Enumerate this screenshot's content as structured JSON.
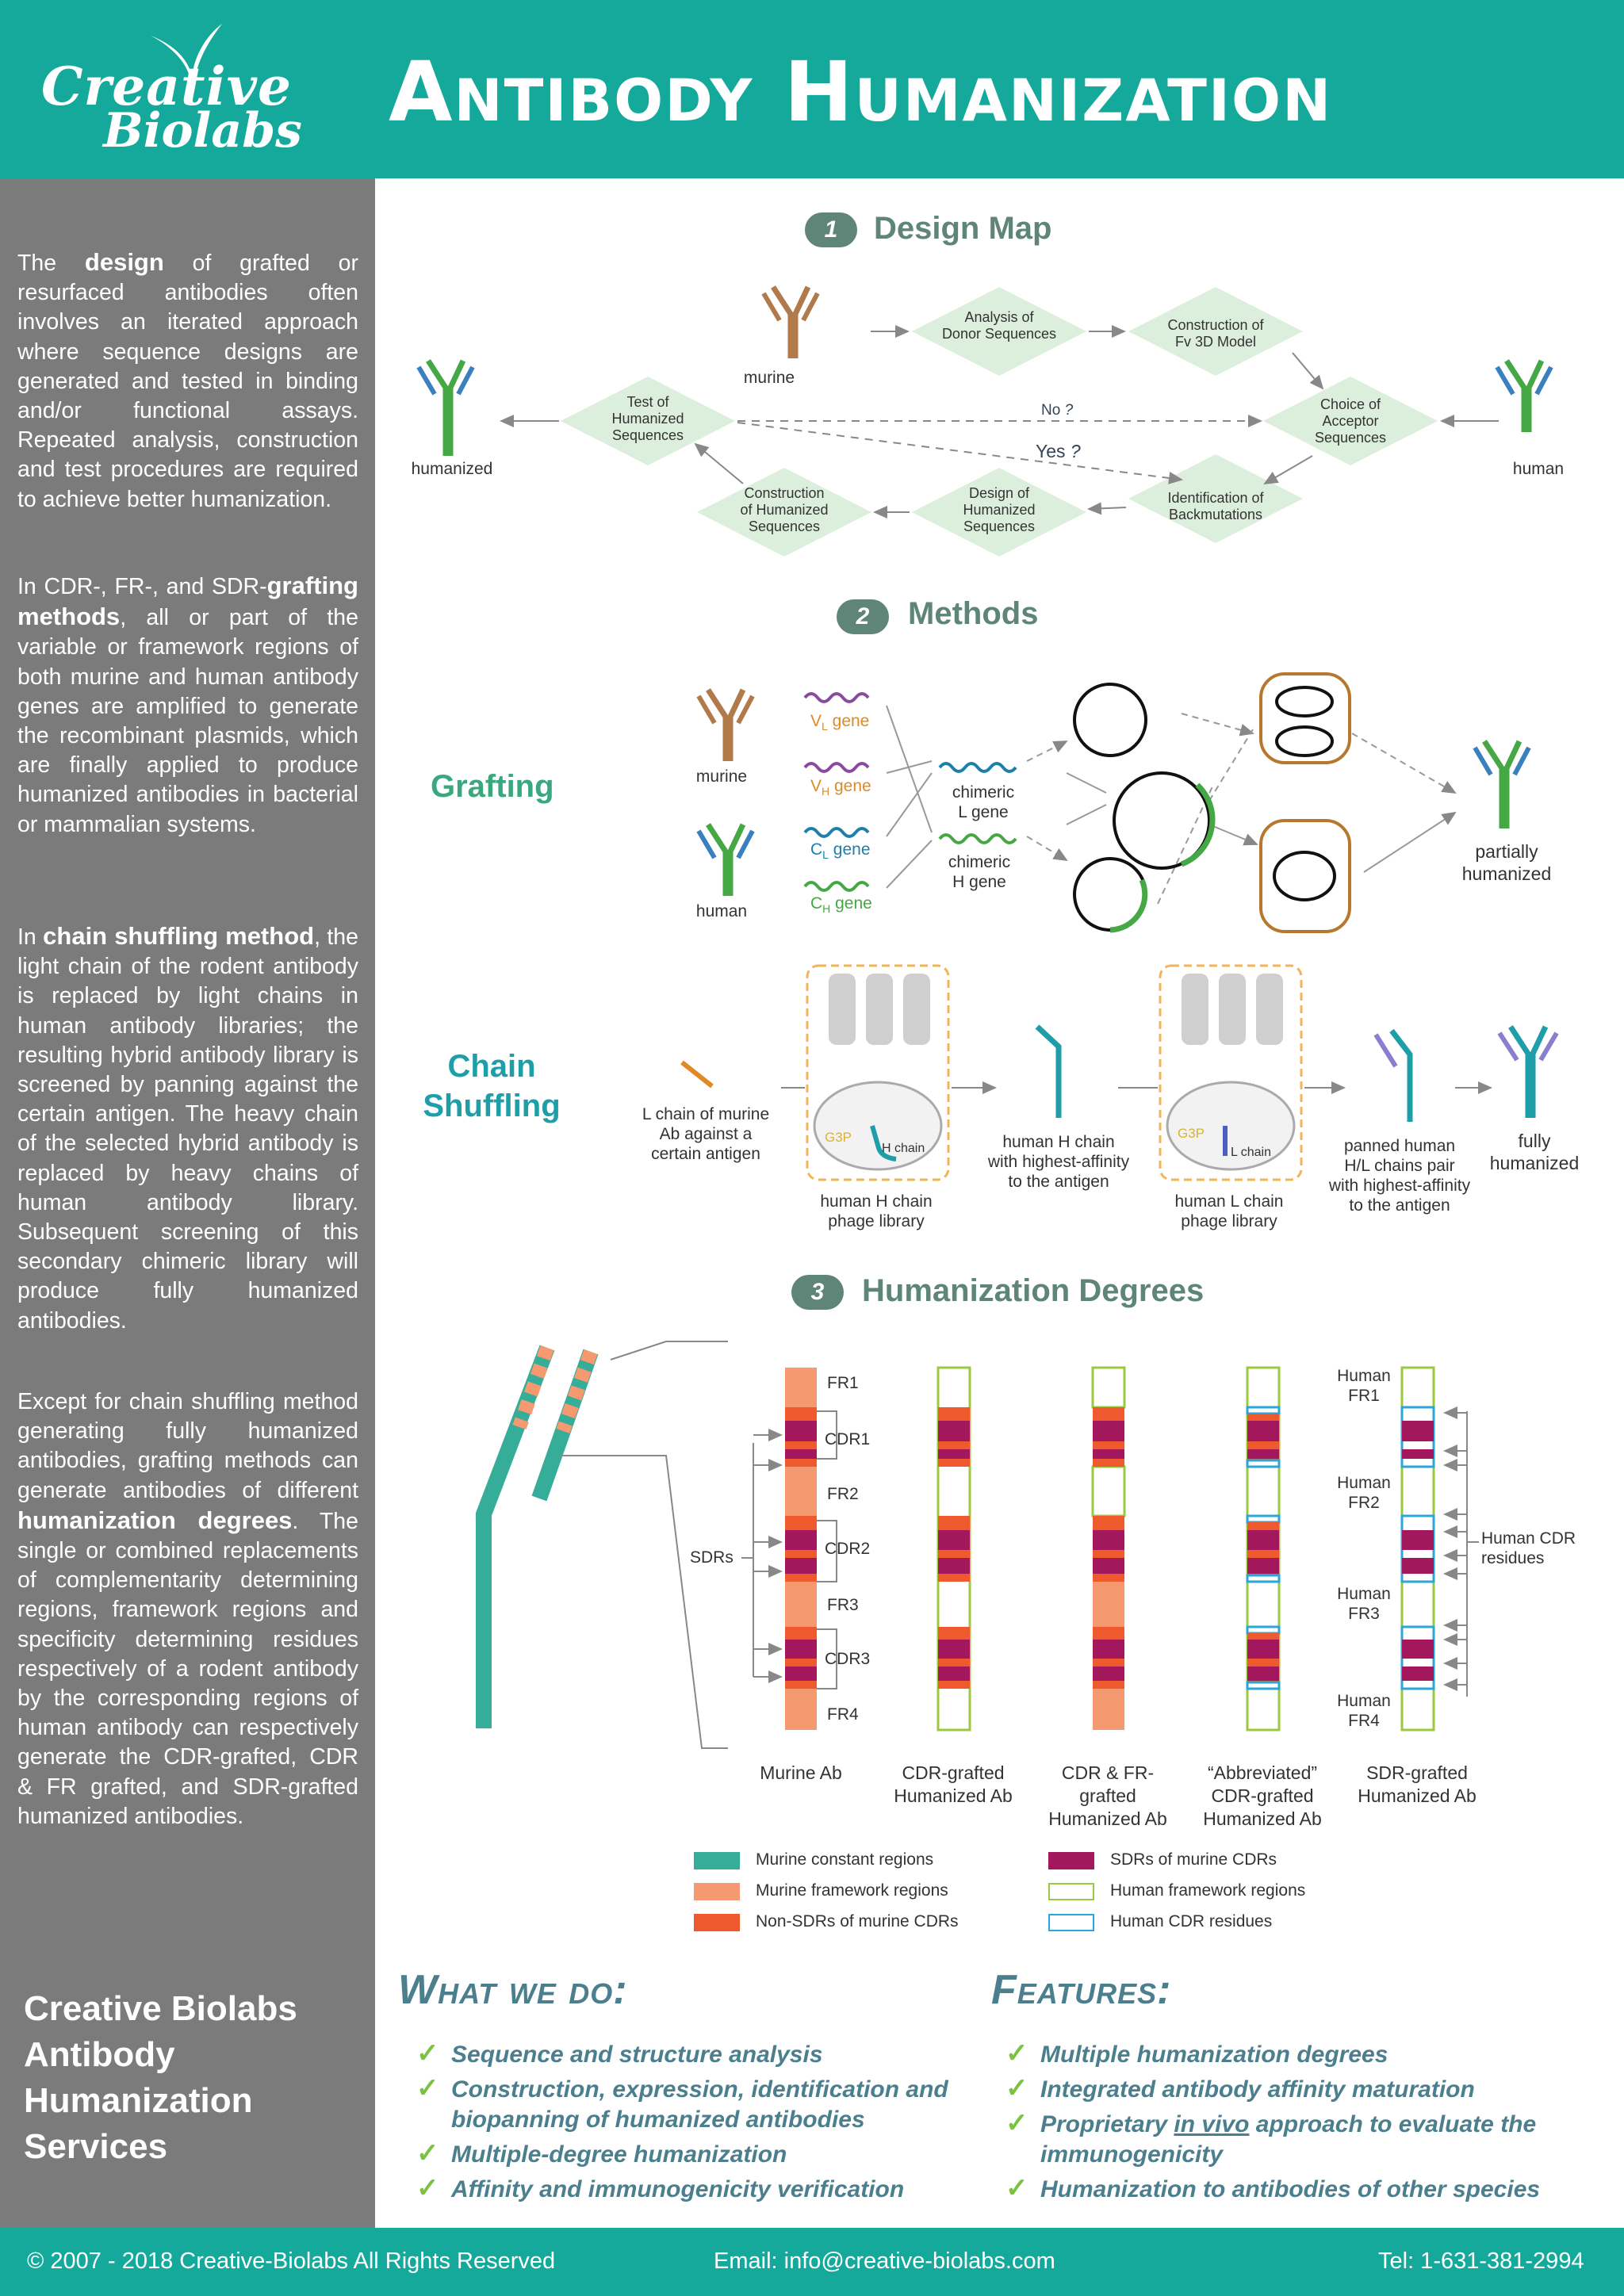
{
  "header": {
    "logo_line1": "Creative",
    "logo_line2": "Biolabs",
    "title": "Antibody Humanization"
  },
  "sidebar": {
    "p1_a": "The ",
    "p1_b": "design",
    "p1_c": " of grafted or resurfaced antibodies often involves an iterated approach where sequence designs are generated and tested in binding and/or functional assays. Repeated analysis, construction and test procedures are required to achieve better humanization.",
    "p2_a": "In CDR-, FR-, and SDR-",
    "p2_b": "grafting methods",
    "p2_c": ", all or part of the variable or framework regions of both murine and human antibody genes are amplified to generate the recombinant plasmids, which are finally applied to produce humanized antibodies in bacterial or mammalian systems.",
    "p3_a": "In ",
    "p3_b": "chain shuffling method",
    "p3_c": ", the light chain of the rodent antibody is replaced by light chains in human antibody libraries; the resulting hybrid antibody library is screened by panning against the certain antigen. The heavy chain of the selected hybrid antibody is replaced by heavy chains of human antibody library. Subsequent screening of this secondary chimeric library will produce fully humanized antibodies.",
    "p4_a": "Except for chain shuffling method generating fully humanized antibodies, grafting methods can generate antibodies of different ",
    "p4_b": "humanization degrees",
    "p4_c": ". The single or combined replacements of complementarity determining regions, framework regions and specificity determining residues respectively of a rodent antibody by the corresponding regions of human antibody can respectively generate the CDR-grafted, CDR & FR grafted, and SDR-grafted humanized antibodies.",
    "services": "Creative Biolabs Antibody Humanization Services"
  },
  "design_map": {
    "number": "1",
    "title": "Design Map",
    "murine": "murine",
    "human": "human",
    "humanized": "humanized",
    "analysis": [
      "Analysis of",
      "Donor Sequences"
    ],
    "construction_fv": [
      "Construction of",
      "Fv 3D Model"
    ],
    "choice": [
      "Choice of",
      "Acceptor",
      "Sequences"
    ],
    "identification": [
      "Identification of",
      "Backmutations"
    ],
    "design": [
      "Design of",
      "Humanized",
      "Sequences"
    ],
    "construction_h": [
      "Construction",
      "of Humanized",
      "Sequences"
    ],
    "test": [
      "Test of",
      "Humanized",
      "Sequences"
    ],
    "no": "No",
    "yes": "Yes",
    "q": "?"
  },
  "methods": {
    "number": "2",
    "title": "Methods",
    "grafting": "Grafting",
    "murine": "murine",
    "human": "human",
    "vl": "V",
    "vl_sub": "L",
    "vh": "V",
    "vh_sub": "H",
    "cl": "C",
    "cl_sub": "L",
    "ch": "C",
    "ch_sub": "H",
    "gene": " gene",
    "chimeric_l": [
      "chimeric",
      "L gene"
    ],
    "chimeric_h": [
      "chimeric",
      "H gene"
    ],
    "partially": [
      "partially",
      "humanized"
    ],
    "chain": "Chain",
    "shuffling": "Shuffling",
    "l_chain_murine": [
      "L chain of murine",
      "Ab against a",
      "certain antigen"
    ],
    "g3p": "G3P",
    "h_chain": "H chain",
    "l_chain": "L chain",
    "h_lib": [
      "human H chain",
      "phage library"
    ],
    "h_best": [
      "human H chain",
      "with highest-affinity",
      "to the antigen"
    ],
    "l_lib": [
      "human L chain",
      "phage library"
    ],
    "panned": [
      "panned human",
      "H/L chains pair",
      "with highest-affinity",
      "to the antigen"
    ],
    "fully": [
      "fully",
      "humanized"
    ]
  },
  "degrees": {
    "number": "3",
    "title": "Humanization Degrees",
    "fr1": "FR1",
    "cdr1": "CDR1",
    "fr2": "FR2",
    "cdr2": "CDR2",
    "fr3": "FR3",
    "cdr3": "CDR3",
    "fr4": "FR4",
    "sdrs": "SDRs",
    "human_fr1": [
      "Human",
      "FR1"
    ],
    "human_fr2": [
      "Human",
      "FR2"
    ],
    "human_fr3": [
      "Human",
      "FR3"
    ],
    "human_fr4": [
      "Human",
      "FR4"
    ],
    "human_cdr": [
      "Human CDR",
      "residues"
    ],
    "cap_murine": [
      "Murine Ab"
    ],
    "cap_cdr": [
      "CDR-grafted",
      "Humanized Ab"
    ],
    "cap_cdrfr": [
      "CDR & FR-",
      "grafted",
      "Humanized Ab"
    ],
    "cap_abbr": [
      "“Abbreviated”",
      "CDR-grafted",
      "Humanized Ab"
    ],
    "cap_sdr": [
      "SDR-grafted",
      "Humanized Ab"
    ],
    "legend": {
      "murine_const": "Murine constant regions",
      "murine_fr": "Murine framework regions",
      "non_sdr": "Non-SDRs of murine CDRs",
      "sdr": "SDRs of murine CDRs",
      "human_fr": "Human framework regions",
      "human_cdr": "Human CDR residues"
    },
    "colors": {
      "teal": "#35ad98",
      "salmon": "#f59a70",
      "orange": "#ee5a2e",
      "magenta": "#a3175d",
      "green_outline": "#9ac93d",
      "blue_outline": "#2aa6d8"
    }
  },
  "what_we_do": {
    "title": "What we do:",
    "items": [
      "Sequence and structure analysis",
      "Construction, expression, identification and biopanning of humanized antibodies",
      "Multiple-degree humanization",
      "Affinity and immunogenicity verification"
    ]
  },
  "features": {
    "title": "Features:",
    "items": [
      "Multiple humanization degrees",
      "Integrated antibody affinity maturation",
      "Proprietary ",
      "Humanization to antibodies of other species"
    ],
    "item3_em": "in vivo",
    "item3_rest": " approach to evaluate the immunogenicity"
  },
  "footer": {
    "copyright": "© 2007 - 2018 Creative-Biolabs All Rights Reserved",
    "email": "Email: info@creative-biolabs.com",
    "tel": "Tel: 1-631-381-2994"
  }
}
